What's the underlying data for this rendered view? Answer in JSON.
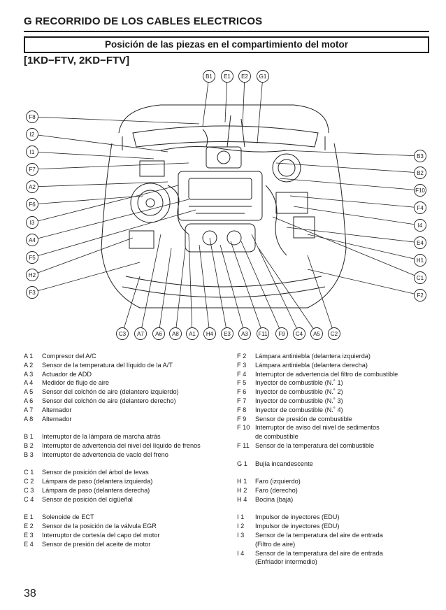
{
  "header": {
    "title": "G  RECORRIDO DE LOS CABLES ELECTRICOS",
    "subtitle": "Posición de las piezas en el compartimiento del motor",
    "model": "[1KD−FTV, 2KD−FTV]"
  },
  "diagram_labels": {
    "top": [
      "B1",
      "E1",
      "E2",
      "G1"
    ],
    "left": [
      "F8",
      "I2",
      "I1",
      "F7",
      "A2",
      "F6",
      "I3",
      "A4",
      "F5",
      "H2",
      "F3"
    ],
    "right": [
      "B3",
      "B2",
      "F10",
      "F4",
      "I4",
      "E4",
      "H1",
      "C1",
      "F2"
    ],
    "bottom": [
      "C3",
      "A7",
      "A6",
      "A8",
      "A1",
      "H4",
      "E3",
      "A3",
      "F11",
      "F9",
      "C4",
      "A5",
      "C2"
    ]
  },
  "legend_left": [
    {
      "code": "A  1",
      "text": "Compresor del A/C"
    },
    {
      "code": "A  2",
      "text": "Sensor de la temperatura del líquido de la A/T"
    },
    {
      "code": "A  3",
      "text": "Actuador de ADD"
    },
    {
      "code": "A  4",
      "text": "Medidor de flujo de aire"
    },
    {
      "code": "A  5",
      "text": "Sensor del colchón de aire (delantero izquierdo)"
    },
    {
      "code": "A  6",
      "text": "Sensor del colchón de aire (delantero derecho)"
    },
    {
      "code": "A  7",
      "text": "Alternador"
    },
    {
      "code": "A  8",
      "text": "Alternador"
    },
    {
      "gap": true
    },
    {
      "code": "B  1",
      "text": "Interruptor de la lámpara de marcha atrás"
    },
    {
      "code": "B  2",
      "text": "Interruptor de advertencia del nivel del líquido de frenos"
    },
    {
      "code": "B  3",
      "text": "Interruptor de advertencia de vacío del freno"
    },
    {
      "gap": true
    },
    {
      "code": "C  1",
      "text": "Sensor de posición del árbol de levas"
    },
    {
      "code": "C  2",
      "text": "Lámpara de paso (delantera izquierda)"
    },
    {
      "code": "C  3",
      "text": "Lámpara de paso (delantera derecha)"
    },
    {
      "code": "C  4",
      "text": "Sensor de posición del cigüeñal"
    },
    {
      "gap": true
    },
    {
      "code": "E  1",
      "text": "Solenoide de ECT"
    },
    {
      "code": "E  2",
      "text": "Sensor de la posición de la válvula EGR"
    },
    {
      "code": "E  3",
      "text": "Interruptor de cortesía del capo del motor"
    },
    {
      "code": "E  4",
      "text": "Sensor de presión del aceite de motor"
    }
  ],
  "legend_right": [
    {
      "code": "F  2",
      "text": "Lámpara antiniebla (delantera izquierda)"
    },
    {
      "code": "F  3",
      "text": "Lámpara antiniebla (delantera derecha)"
    },
    {
      "code": "F  4",
      "text": "Interruptor de advertencia del filtro de combustible"
    },
    {
      "code": "F  5",
      "text": "Inyector de combustible (N.˚ 1)"
    },
    {
      "code": "F  6",
      "text": "Inyector de combustible (N.˚ 2)"
    },
    {
      "code": "F  7",
      "text": "Inyector de combustible (N.˚ 3)"
    },
    {
      "code": "F  8",
      "text": "Inyector de combustible (N.˚ 4)"
    },
    {
      "code": "F  9",
      "text": "Sensor de presión de combustible"
    },
    {
      "code": "F 10",
      "text": "Interruptor de aviso del nivel de sedimentos",
      "sub": "de combustible"
    },
    {
      "code": "F 11",
      "text": "Sensor de la temperatura del combustible"
    },
    {
      "gap": true
    },
    {
      "code": "G  1",
      "text": "Bujía incandescente"
    },
    {
      "gap": true
    },
    {
      "code": "H  1",
      "text": "Faro (izquierdo)"
    },
    {
      "code": "H  2",
      "text": "Faro (derecho)"
    },
    {
      "code": "H  4",
      "text": "Bocina (baja)"
    },
    {
      "gap": true
    },
    {
      "code": "I    1",
      "text": "Impulsor de inyectores (EDU)"
    },
    {
      "code": "I    2",
      "text": "Impulsor de inyectores (EDU)"
    },
    {
      "code": "I    3",
      "text": "Sensor de la temperatura del aire de entrada",
      "sub": "(Filtro de aire)"
    },
    {
      "code": "I    4",
      "text": "Sensor de la temperatura del aire de entrada",
      "sub": "(Enfriador intermedio)"
    }
  ],
  "page_number": "38"
}
